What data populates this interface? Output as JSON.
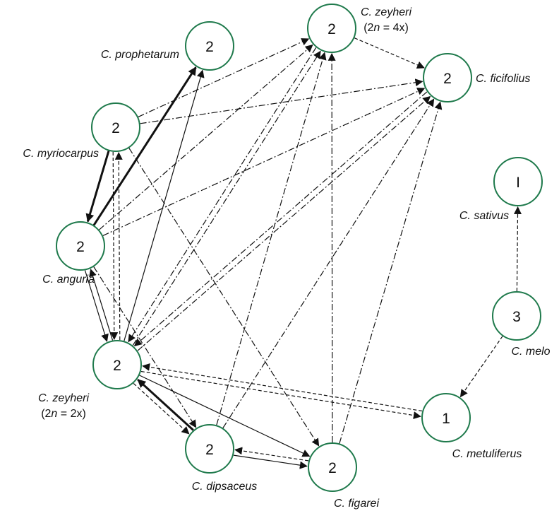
{
  "nodes": [
    {
      "id": "prophetarum",
      "number": "2",
      "label_lines": [
        {
          "italic": "C. prophetarum"
        }
      ]
    },
    {
      "id": "zeyheri4x",
      "number": "2",
      "label_lines": [
        {
          "italic": "C. zeyheri"
        },
        {
          "pre": "(2",
          "italic": "n",
          "post": " = 4x)"
        }
      ]
    },
    {
      "id": "ficifolius",
      "number": "2",
      "label_lines": [
        {
          "italic": "C. ficifolius"
        }
      ]
    },
    {
      "id": "myriocarpus",
      "number": "2",
      "label_lines": [
        {
          "italic": "C. myriocarpus"
        }
      ]
    },
    {
      "id": "anguria",
      "number": "2",
      "label_lines": [
        {
          "italic": "C. anguria"
        }
      ]
    },
    {
      "id": "zeyheri2x",
      "number": "2",
      "label_lines": [
        {
          "italic": "C. zeyheri"
        },
        {
          "pre": "(2",
          "italic": "n",
          "post": " = 2x)"
        }
      ]
    },
    {
      "id": "dipsaceus",
      "number": "2",
      "label_lines": [
        {
          "italic": "C. dipsaceus"
        }
      ]
    },
    {
      "id": "figarei",
      "number": "2",
      "label_lines": [
        {
          "italic": "C. figarei"
        }
      ]
    },
    {
      "id": "metuliferus",
      "number": "1",
      "label_lines": [
        {
          "italic": "C. metuliferus"
        }
      ]
    },
    {
      "id": "melo",
      "number": "3",
      "label_lines": [
        {
          "italic": "C. melo"
        }
      ]
    },
    {
      "id": "sativus",
      "number": "I",
      "label_lines": [
        {
          "italic": "C. sativus"
        }
      ]
    }
  ],
  "edges": [
    {
      "from": "anguria",
      "to": "prophetarum",
      "style": "thick"
    },
    {
      "from": "myriocarpus",
      "to": "anguria",
      "style": "thick"
    },
    {
      "from": "dipsaceus",
      "to": "zeyheri2x",
      "style": "thick"
    },
    {
      "from": "zeyheri2x",
      "to": "prophetarum",
      "style": "solid"
    },
    {
      "from": "anguria",
      "to": "zeyheri2x",
      "style": "solid"
    },
    {
      "from": "zeyheri2x",
      "to": "anguria",
      "style": "solid"
    },
    {
      "from": "zeyheri2x",
      "to": "figarei",
      "style": "solid"
    },
    {
      "from": "dipsaceus",
      "to": "figarei",
      "style": "solid"
    },
    {
      "from": "myriocarpus",
      "to": "zeyheri2x",
      "style": "dashed"
    },
    {
      "from": "zeyheri2x",
      "to": "myriocarpus",
      "style": "dashed"
    },
    {
      "from": "zeyheri2x",
      "to": "dipsaceus",
      "style": "dashed"
    },
    {
      "from": "figarei",
      "to": "dipsaceus",
      "style": "dashed"
    },
    {
      "from": "zeyheri4x",
      "to": "ficifolius",
      "style": "dashed"
    },
    {
      "from": "zeyheri2x",
      "to": "metuliferus",
      "style": "dashed"
    },
    {
      "from": "metuliferus",
      "to": "zeyheri2x",
      "style": "dashed"
    },
    {
      "from": "melo",
      "to": "metuliferus",
      "style": "dashed"
    },
    {
      "from": "melo",
      "to": "sativus",
      "style": "dashed"
    },
    {
      "from": "myriocarpus",
      "to": "zeyheri4x",
      "style": "dashdot"
    },
    {
      "from": "myriocarpus",
      "to": "ficifolius",
      "style": "dashdot"
    },
    {
      "from": "myriocarpus",
      "to": "figarei",
      "style": "dashdot"
    },
    {
      "from": "anguria",
      "to": "zeyheri4x",
      "style": "dashdot"
    },
    {
      "from": "anguria",
      "to": "ficifolius",
      "style": "dashdot"
    },
    {
      "from": "anguria",
      "to": "dipsaceus",
      "style": "dashdot"
    },
    {
      "from": "zeyheri4x",
      "to": "zeyheri2x",
      "style": "dashdot"
    },
    {
      "from": "zeyheri2x",
      "to": "zeyheri4x",
      "style": "dashdot"
    },
    {
      "from": "zeyheri2x",
      "to": "ficifolius",
      "style": "dashdot"
    },
    {
      "from": "ficifolius",
      "to": "zeyheri2x",
      "style": "dashdot"
    },
    {
      "from": "dipsaceus",
      "to": "zeyheri4x",
      "style": "dashdot"
    },
    {
      "from": "dipsaceus",
      "to": "ficifolius",
      "style": "dashdot"
    },
    {
      "from": "figarei",
      "to": "zeyheri4x",
      "style": "dashdot"
    },
    {
      "from": "figarei",
      "to": "ficifolius",
      "style": "dashdot"
    }
  ]
}
